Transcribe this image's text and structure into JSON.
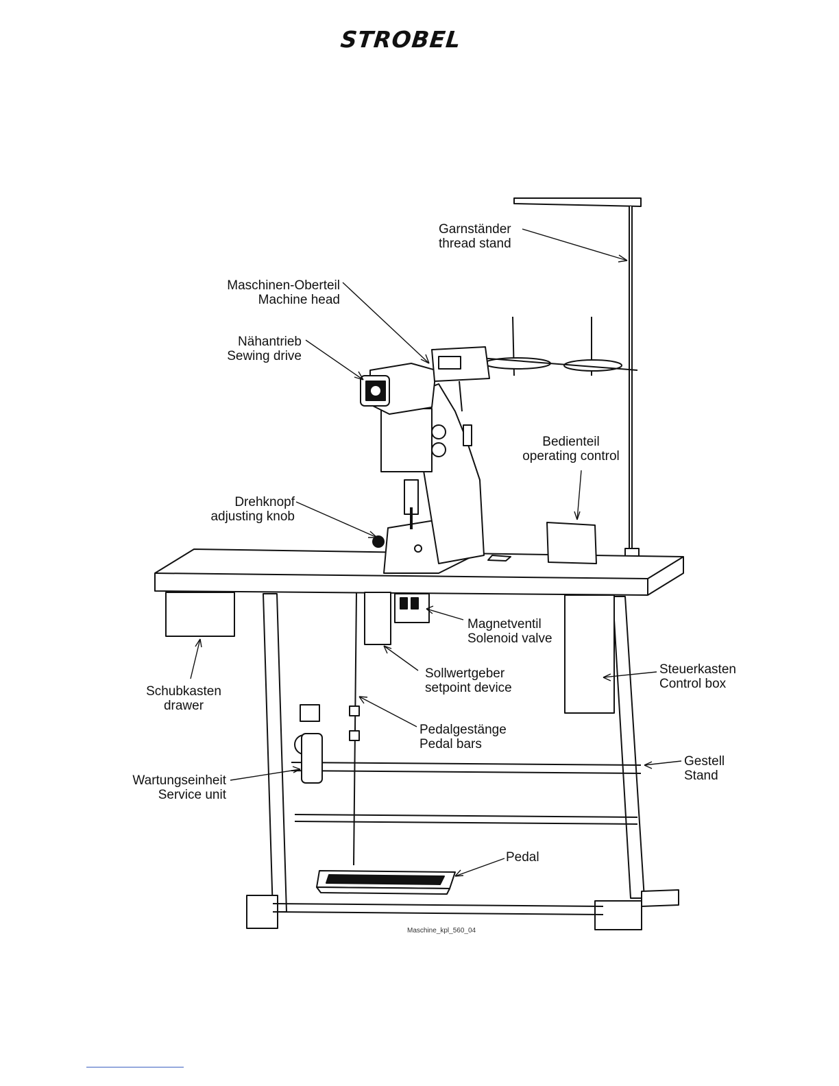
{
  "brand": {
    "logo": "STROBEL"
  },
  "labels": {
    "thread_stand": {
      "de": "Garnständer",
      "en": "thread stand"
    },
    "machine_head": {
      "de": "Maschinen-Oberteil",
      "en": "Machine head"
    },
    "sewing_drive": {
      "de": "Nähantrieb",
      "en": "Sewing drive"
    },
    "operating_control": {
      "de": "Bedienteil",
      "en": "operating control"
    },
    "adjusting_knob": {
      "de": "Drehknopf",
      "en": "adjusting knob"
    },
    "solenoid_valve": {
      "de": "Magnetventil",
      "en": "Solenoid valve"
    },
    "setpoint_device": {
      "de": "Sollwertgeber",
      "en": "setpoint device"
    },
    "control_box": {
      "de": "Steuerkasten",
      "en": "Control box"
    },
    "drawer": {
      "de": "Schubkasten",
      "en": "drawer"
    },
    "pedal_bars": {
      "de": "Pedalgestänge",
      "en": "Pedal bars"
    },
    "stand": {
      "de": "Gestell",
      "en": "Stand"
    },
    "service_unit": {
      "de": "Wartungseinheit",
      "en": "Service unit"
    },
    "pedal": {
      "de": "Pedal"
    }
  },
  "caption": "Maschine_kpl_560_04"
}
